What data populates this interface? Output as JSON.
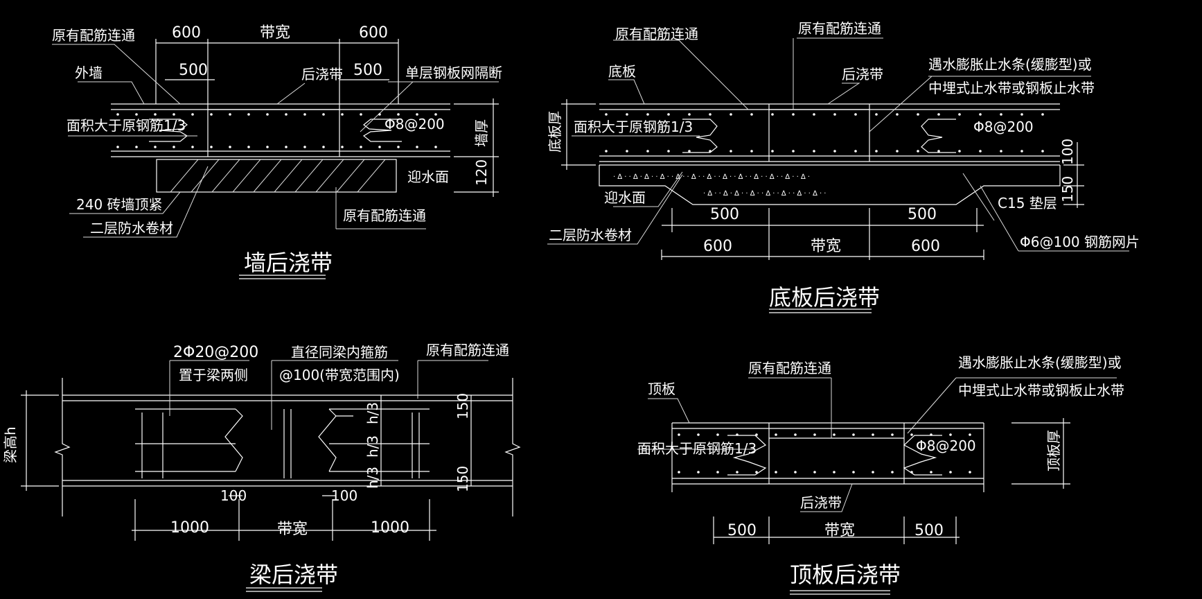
{
  "colors": {
    "background": "#000000",
    "line": "#ffffff"
  },
  "wall": {
    "title": "墙后浇带",
    "dims": {
      "top_left": "600",
      "top_mid": "带宽",
      "top_right": "600",
      "inner_left": "500",
      "inner_right": "500",
      "right_1": "墙厚",
      "right_2": "120"
    },
    "labels": {
      "original_rebar": "原有配筋连通",
      "outer_wall": "外墙",
      "post_pour": "后浇带",
      "single_mesh": "单层钢板网隔断",
      "area_rebar": "面积大于原钢筋1/3",
      "phi": "Φ8@200",
      "brick": "240 砖墙顶紧",
      "membrane": "二层防水卷材",
      "water_face": "迎水面",
      "original_rebar_2": "原有配筋连通"
    }
  },
  "base": {
    "title": "底板后浇带",
    "dims": {
      "b_inner_left": "500",
      "b_inner_right": "500",
      "b_left": "600",
      "b_mid": "带宽",
      "b_right": "600",
      "right_1": "100",
      "right_2": "150",
      "left_1": "底板厚"
    },
    "labels": {
      "original_rebar_a": "原有配筋连通",
      "original_rebar_b": "原有配筋连通",
      "slab": "底板",
      "post_pour": "后浇带",
      "stop1": "遇水膨胀止水条(缓膨型)或",
      "stop2": "中埋式止水带或钢板止水带",
      "area_rebar": "面积大于原钢筋1/3",
      "phi": "Φ8@200",
      "water_face": "迎水面",
      "c15": "C15 垫层",
      "membrane": "二层防水卷材",
      "mesh": "Φ6@100 钢筋网片"
    }
  },
  "beam": {
    "title": "梁后浇带",
    "dims": {
      "b_left": "1000",
      "b_mid": "带宽",
      "b_right": "1000",
      "s1": "100",
      "s2": "100",
      "h": "梁高h",
      "h1": "h/3",
      "h2": "h/3",
      "h3": "h/3",
      "r1": "150",
      "r2": "150"
    },
    "labels": {
      "bars": "2Φ20@200",
      "sides": "置于梁两侧",
      "stirrup1": "直径同梁内箍筋",
      "stirrup2": "@100(带宽范围内)",
      "original_rebar": "原有配筋连通"
    }
  },
  "roof": {
    "title": "顶板后浇带",
    "dims": {
      "b_left": "500",
      "b_mid": "带宽",
      "b_right": "500",
      "right": "顶板厚"
    },
    "labels": {
      "original_rebar": "原有配筋连通",
      "stop1": "遇水膨胀止水条(缓膨型)或",
      "stop2": "中埋式止水带或钢板止水带",
      "roof_slab": "顶板",
      "area_rebar": "面积大于原钢筋1/3",
      "phi": "Φ8@200",
      "post_pour": "后浇带"
    }
  }
}
